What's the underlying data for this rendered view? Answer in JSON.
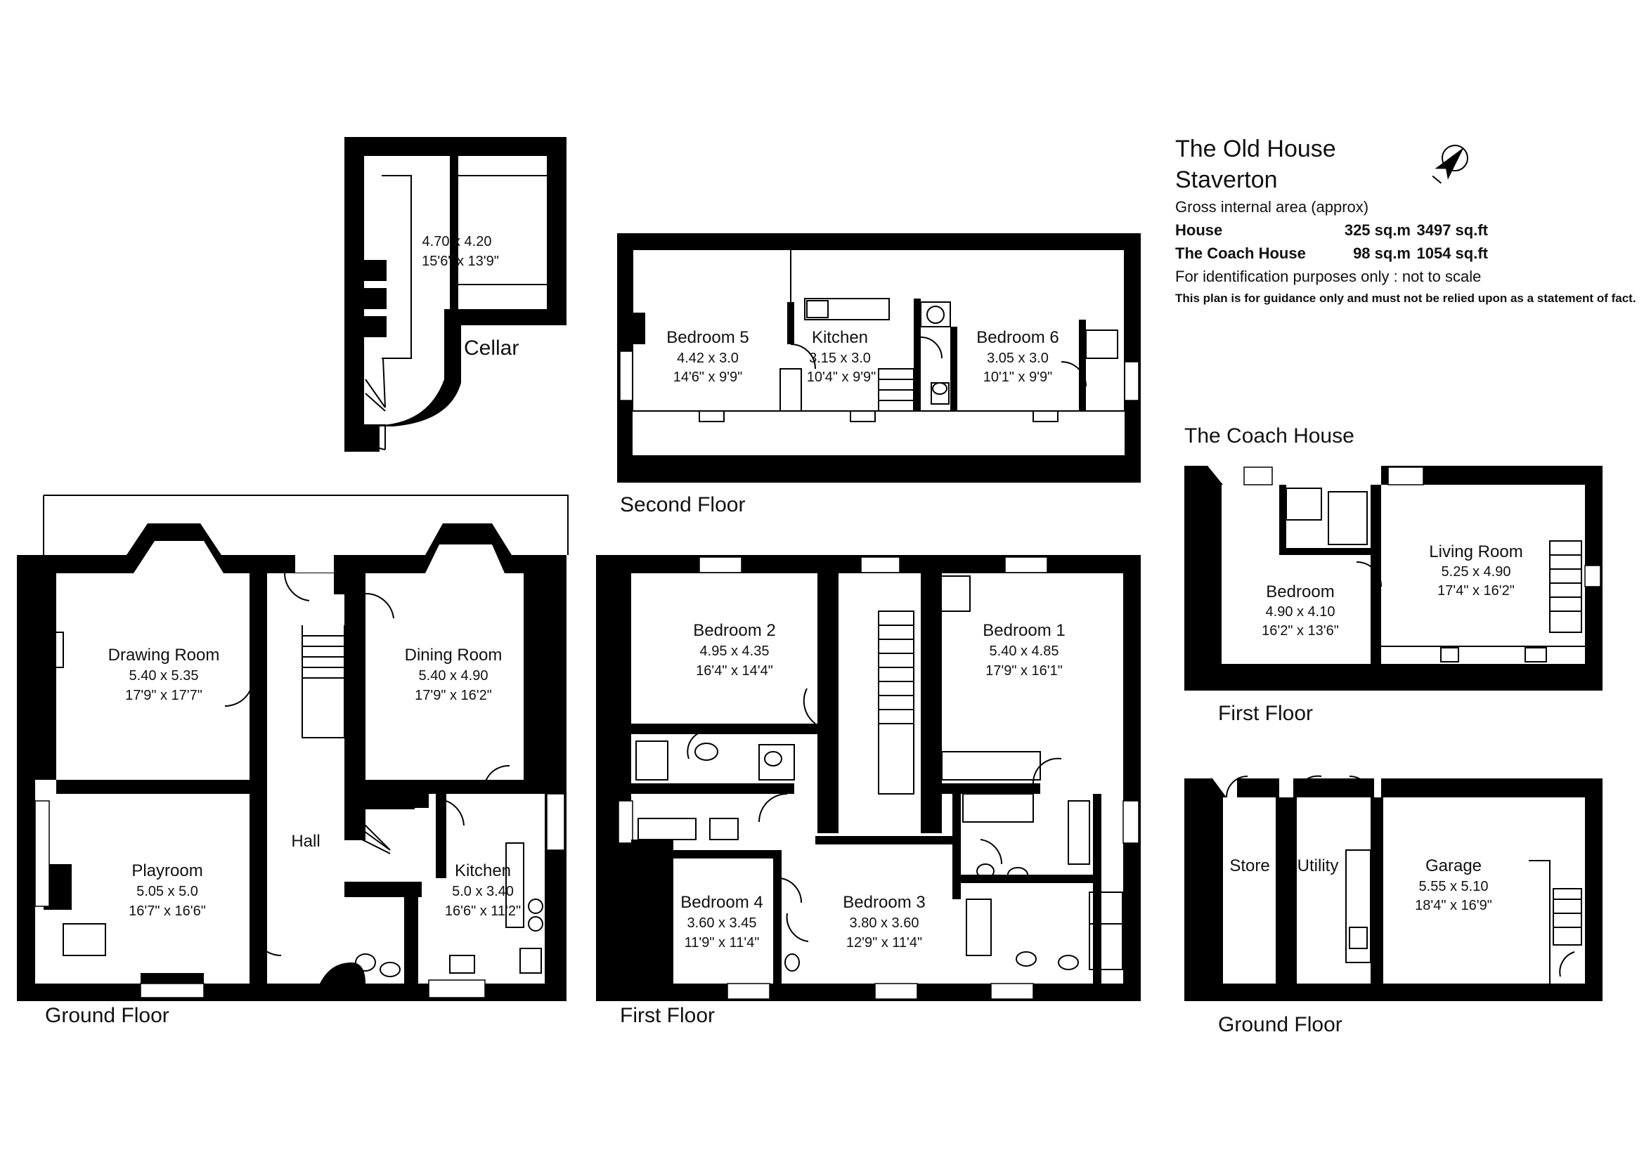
{
  "info": {
    "title1": "The Old House",
    "title2": "Staverton",
    "gross": "Gross internal area (approx)",
    "house_label": "House",
    "house_sqm": "325 sq.m",
    "house_sqft": "3497 sq.ft",
    "coach_label": "The Coach House",
    "coach_sqm": "98 sq.m",
    "coach_sqft": "1054 sq.ft",
    "note1": "For identification purposes only : not to scale",
    "note2": "This plan is for guidance only and must not be relied upon as a statement of fact.",
    "compass_icon": "north-arrow-icon"
  },
  "floors": {
    "cellar": "Cellar",
    "second": "Second Floor",
    "ground": "Ground Floor",
    "first": "First Floor",
    "coach_title": "The Coach House",
    "coach_first": "First Floor",
    "coach_ground": "Ground Floor"
  },
  "rooms": {
    "cellar": {
      "d1": "4.70 x 4.20",
      "d2": "15'6\" x 13'9\""
    },
    "bed5": {
      "name": "Bedroom 5",
      "d1": "4.42 x 3.0",
      "d2": "14'6\" x 9'9\""
    },
    "kitchen2": {
      "name": "Kitchen",
      "d1": "3.15 x 3.0",
      "d2": "10'4\" x 9'9\""
    },
    "bed6": {
      "name": "Bedroom 6",
      "d1": "3.05 x 3.0",
      "d2": "10'1\" x 9'9\""
    },
    "drawing": {
      "name": "Drawing Room",
      "d1": "5.40 x 5.35",
      "d2": "17'9\" x 17'7\""
    },
    "dining": {
      "name": "Dining Room",
      "d1": "5.40 x 4.90",
      "d2": "17'9\" x 16'2\""
    },
    "hall": {
      "name": "Hall"
    },
    "playroom": {
      "name": "Playroom",
      "d1": "5.05 x 5.0",
      "d2": "16'7\" x 16'6\""
    },
    "kitchen": {
      "name": "Kitchen",
      "d1": "5.0 x 3.40",
      "d2": "16'6\" x 11'2\""
    },
    "bed2": {
      "name": "Bedroom 2",
      "d1": "4.95 x 4.35",
      "d2": "16'4\" x 14'4\""
    },
    "bed1": {
      "name": "Bedroom 1",
      "d1": "5.40 x 4.85",
      "d2": "17'9\" x 16'1\""
    },
    "bed4": {
      "name": "Bedroom 4",
      "d1": "3.60 x 3.45",
      "d2": "11'9\" x 11'4\""
    },
    "bed3": {
      "name": "Bedroom 3",
      "d1": "3.80 x 3.60",
      "d2": "12'9\" x 11'4\""
    },
    "coach_bed": {
      "name": "Bedroom",
      "d1": "4.90 x 4.10",
      "d2": "16'2\" x 13'6\""
    },
    "living": {
      "name": "Living Room",
      "d1": "5.25 x 4.90",
      "d2": "17'4\" x 16'2\""
    },
    "store": {
      "name": "Store"
    },
    "utility": {
      "name": "Utility"
    },
    "garage": {
      "name": "Garage",
      "d1": "5.55 x  5.10",
      "d2": "18'4\" x 16'9\""
    }
  }
}
